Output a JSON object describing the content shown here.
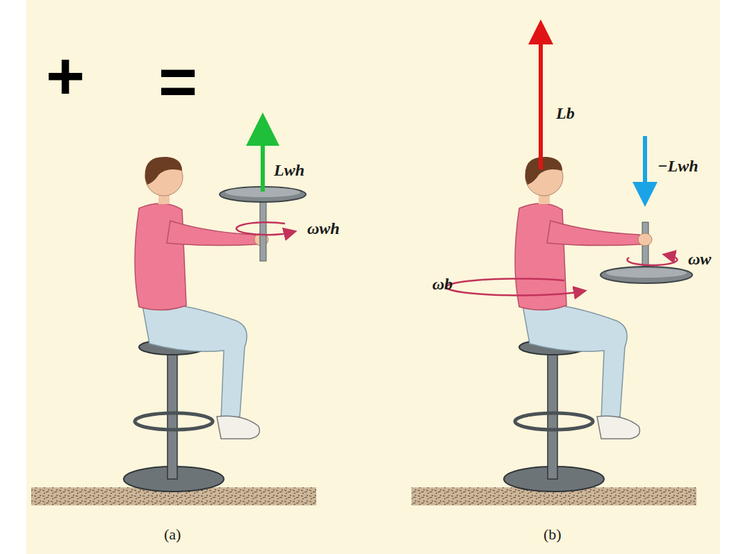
{
  "diagram": {
    "labels": [
      "+",
      "=",
      "Lwh",
      "ωwh",
      "Lb",
      "−Lwh",
      "ωw",
      "ωb",
      "(a)",
      "(b)"
    ]
  }
}
